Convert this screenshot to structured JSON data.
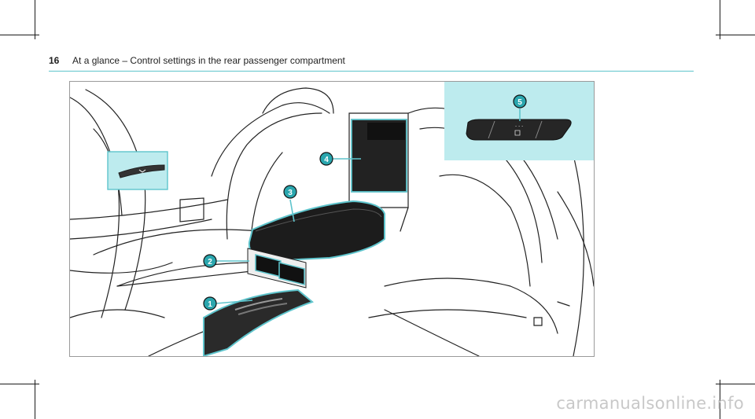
{
  "header": {
    "page_number": "16",
    "title": "At a glance – Control settings in the rear passenger compartment"
  },
  "figure": {
    "callouts": [
      "1",
      "2",
      "3",
      "4",
      "5"
    ],
    "accent_color": "#5ec4cc",
    "inset_color": "#bdebee"
  },
  "watermark": "carmanualsonline.info"
}
